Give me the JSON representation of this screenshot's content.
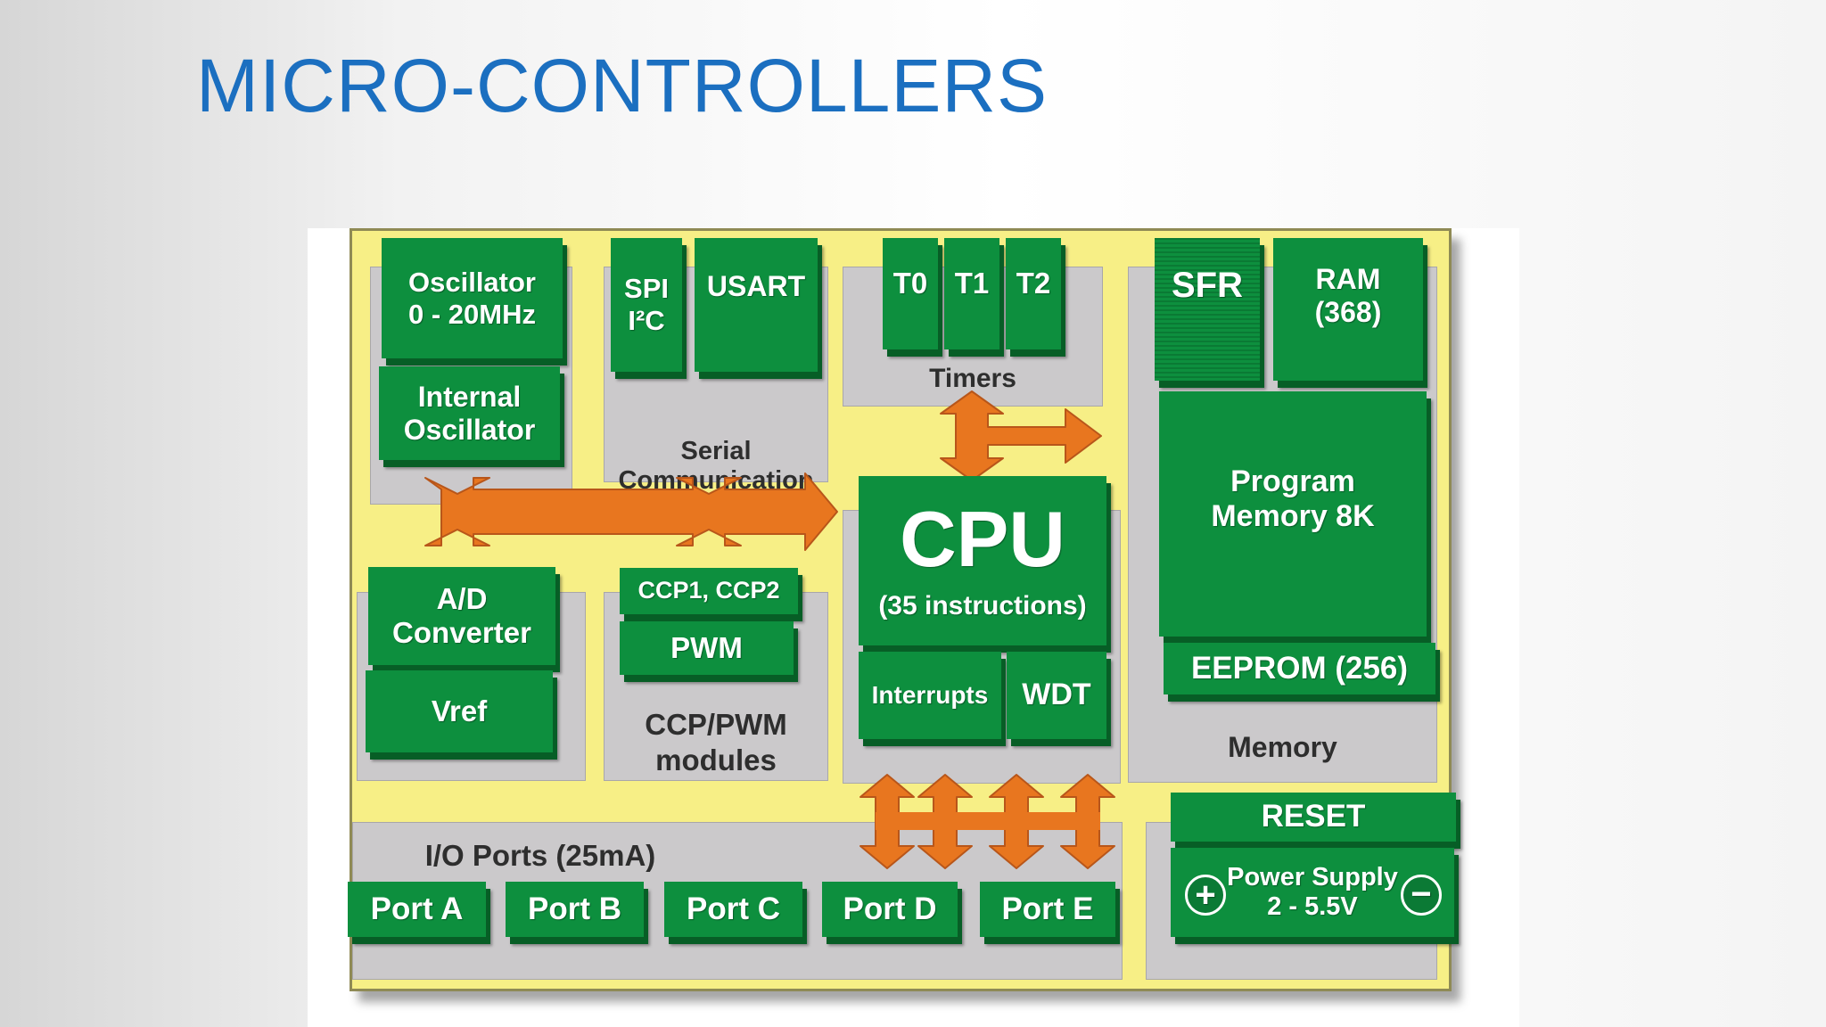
{
  "slide": {
    "title": "MICRO-CONTROLLERS"
  },
  "diagram": {
    "oscillator": "Oscillator\n0 - 20MHz",
    "internal_oscillator": "Internal\nOscillator",
    "spi": "SPI",
    "i2c": "I²C",
    "usart": "USART",
    "serial_label": "Serial\nCommunication",
    "t0": "T0",
    "t1": "T1",
    "t2": "T2",
    "timers_label": "Timers",
    "sfr": "SFR",
    "ram": "RAM\n(368)",
    "program_memory": "Program\nMemory 8K",
    "eeprom": "EEPROM (256)",
    "memory_label": "Memory",
    "cpu": "CPU",
    "cpu_sub": "(35 instructions)",
    "interrupts": "Interrupts",
    "wdt": "WDT",
    "ad_converter": "A/D\nConverter",
    "vref": "Vref",
    "ccp": "CCP1, CCP2",
    "pwm": "PWM",
    "ccp_label": "CCP/PWM\nmodules",
    "io_label": "I/O Ports (25mA)",
    "ports": [
      "Port A",
      "Port B",
      "Port C",
      "Port D",
      "Port E"
    ],
    "reset": "RESET",
    "power_supply": "Power Supply\n2 - 5.5V",
    "plus_symbol": "+",
    "minus_symbol": "−"
  },
  "colors": {
    "title": "#1b6fc0",
    "board": "#f7ef86",
    "block": "#0d8f3e",
    "group": "#cbc9cb",
    "arrow": "#e8761f"
  }
}
